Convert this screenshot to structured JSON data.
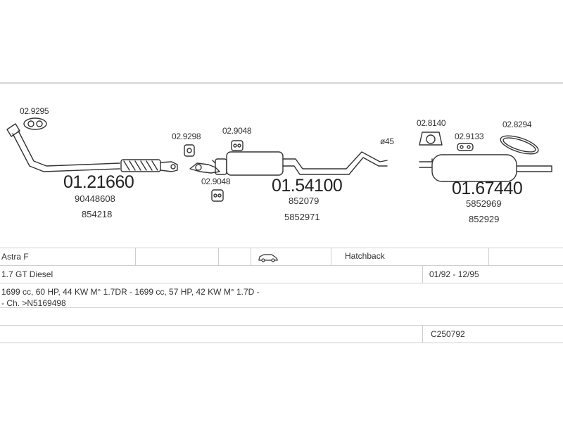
{
  "parts": {
    "downpipe": {
      "part_no": "01.21660",
      "ref1": "90448608",
      "ref2": "854218",
      "clamp_code": "02.9295"
    },
    "middle": {
      "part_no": "01.54100",
      "ref1": "852079",
      "ref2": "5852971",
      "mount_a": "02.9298",
      "mount_b": "02.9048",
      "mount_c": "02.9048",
      "diameter": "ø45"
    },
    "rear": {
      "part_no": "01.67440",
      "ref1": "5852969",
      "ref2": "852929",
      "mount_a": "02.8140",
      "mount_b": "02.9133",
      "mount_c": "02.8294"
    }
  },
  "vehicle": {
    "model": "Astra F",
    "body": "Hatchback",
    "engine": "1.7 GT Diesel",
    "years": "01/92 - 12/95",
    "spec": "1699 cc, 60 HP, 44 KW M° 1.7DR - 1699 cc, 57 HP, 42 KW M° 1.7D -",
    "chassis": "- Ch. >N5169498",
    "code": "C250792"
  },
  "icons": {
    "body_type": "hatchback-car-icon"
  },
  "colors": {
    "line": "#333333",
    "rule": "#cfcfcf"
  }
}
